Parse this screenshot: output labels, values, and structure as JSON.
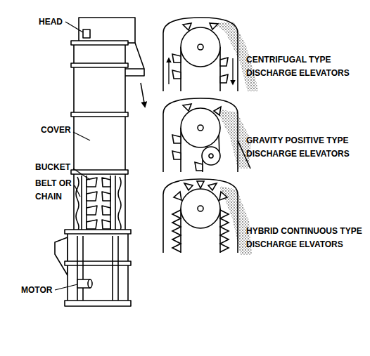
{
  "diagram": {
    "labels": [
      "HEAD",
      "COVER",
      "BUCKET",
      "BELT OR CHAIN",
      "MOTOR",
      "CENTRIFUGAL TYPE DISCHARGE ELEVATORS",
      "GRAVITY POSITIVE TYPE DISCHARGE ELEVATORS",
      "HYBRID CONTINUOUS TYPE DISCHARGE ELVATORS"
    ]
  }
}
